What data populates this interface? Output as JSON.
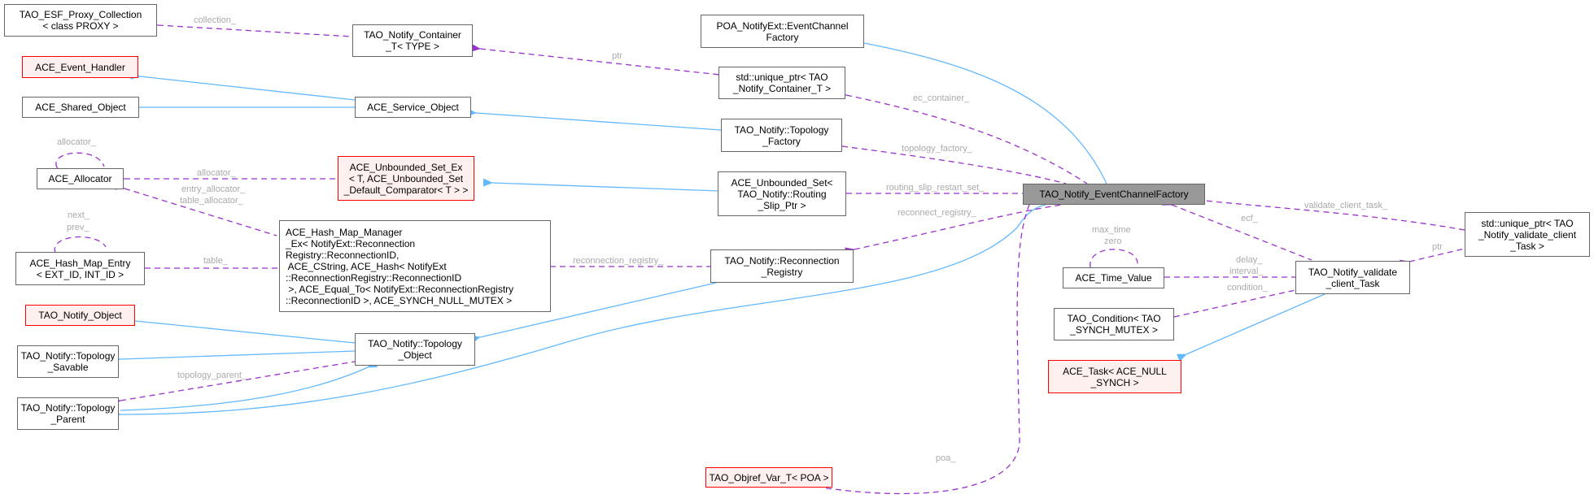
{
  "diagram": {
    "title": "TAO_Notify_EventChannelFactory collaboration graph",
    "colors": {
      "inheritance_edge": "#63b8ff",
      "usage_edge": "#9a32cd",
      "edge_label": "#aaaaaa",
      "main_fill": "#999999",
      "external_border": "#ff0000",
      "external_fill": "#fff0f0",
      "node_border": "#666666"
    },
    "nodes": {
      "esf_proxy": "TAO_ESF_Proxy_Collection\n< class PROXY >",
      "container_t": "TAO_Notify_Container\n_T< TYPE >",
      "poa_ecf": "POA_NotifyExt::EventChannel\nFactory",
      "event_handler": "ACE_Event_Handler",
      "unique_ptr_container": "std::unique_ptr< TAO\n_Notify_Container_T >",
      "shared_object": "ACE_Shared_Object",
      "service_object": "ACE_Service_Object",
      "topology_factory": "TAO_Notify::Topology\n_Factory",
      "allocator": "ACE_Allocator",
      "unbounded_set_ex": "ACE_Unbounded_Set_Ex\n< T, ACE_Unbounded_Set\n_Default_Comparator< T > >",
      "unbounded_set": "ACE_Unbounded_Set<\nTAO_Notify::Routing\n_Slip_Ptr >",
      "main": "TAO_Notify_EventChannelFactory",
      "unique_ptr_validate": "std::unique_ptr< TAO\n_Notify_validate_client\n_Task >",
      "hash_map_manager": "ACE_Hash_Map_Manager\n_Ex< NotifyExt::Reconnection\nRegistry::ReconnectionID,\n ACE_CString, ACE_Hash< NotifyExt\n::ReconnectionRegistry::ReconnectionID\n >, ACE_Equal_To< NotifyExt::ReconnectionRegistry\n::ReconnectionID >, ACE_SYNCH_NULL_MUTEX >",
      "hash_map_entry": "ACE_Hash_Map_Entry\n< EXT_ID, INT_ID >",
      "reconnection_registry": "TAO_Notify::Reconnection\n_Registry",
      "time_value": "ACE_Time_Value",
      "validate_task": "TAO_Notify_validate\n_client_Task",
      "notify_object": "TAO_Notify_Object",
      "topology_object": "TAO_Notify::Topology\n_Object",
      "condition": "TAO_Condition< TAO\n_SYNCH_MUTEX >",
      "topology_savable": "TAO_Notify::Topology\n_Savable",
      "ace_task": "ACE_Task< ACE_NULL\n_SYNCH >",
      "topology_parent": "TAO_Notify::Topology\n_Parent",
      "objref_var": "TAO_Objref_Var_T< POA >"
    },
    "edge_labels": {
      "collection": "collection_",
      "ptr_container": "ptr",
      "allocator_self": "allocator_",
      "allocator": "allocator_",
      "entry_table_allocator": "entry_allocator_\ntable_allocator_",
      "next_prev": "next_\nprev_",
      "table": "table_",
      "ec_container": "ec_container_",
      "topology_factory": "topology_factory_",
      "routing_slip": "routing_slip_restart_set_",
      "reconnect_registry": "reconnect_registry_",
      "reconnection_registry": "reconnection_registry_",
      "validate_client_task": "validate_client_task_",
      "ecf": "ecf_",
      "max_time_zero": "max_time\nzero",
      "delay_interval": "delay_\ninterval_",
      "condition": "condition_",
      "ptr_validate": "ptr",
      "topology_parent": "topology_parent_",
      "poa": "poa_"
    }
  }
}
